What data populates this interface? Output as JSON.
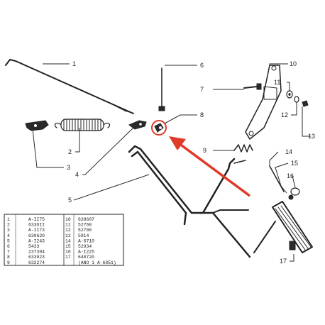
{
  "callouts": {
    "c1": "1",
    "c2": "2",
    "c3": "3",
    "c4": "4",
    "c5": "5",
    "c6": "6",
    "c7": "7",
    "c8": "8",
    "c9": "9",
    "c10": "10",
    "c11": "11",
    "c12": "12",
    "c13": "13",
    "c14": "14",
    "c15": "15",
    "c16": "16",
    "c17": "17"
  },
  "parts_table": {
    "left": [
      {
        "no": "1",
        "code": "A-II75"
      },
      {
        "no": "2",
        "code": "633OII"
      },
      {
        "no": "3",
        "code": "A-II73"
      },
      {
        "no": "4",
        "code": "639620"
      },
      {
        "no": "5",
        "code": "A-I243"
      },
      {
        "no": "6",
        "code": "5433"
      },
      {
        "no": "7",
        "code": "237304"
      },
      {
        "no": "8",
        "code": "633023"
      },
      {
        "no": "9",
        "code": "632274"
      }
    ],
    "right": [
      {
        "no": "10",
        "code": "639607"
      },
      {
        "no": "11",
        "code": "52768"
      },
      {
        "no": "12",
        "code": "52706"
      },
      {
        "no": "13",
        "code": "5914"
      },
      {
        "no": "14",
        "code": "A-6710"
      },
      {
        "no": "15",
        "code": "52934"
      },
      {
        "no": "16",
        "code": "A-I225"
      },
      {
        "no": "17",
        "code": "640720"
      },
      {
        "no": "",
        "code": "(ANO 1 A-6851)"
      }
    ]
  },
  "colors": {
    "arrow": "#e03a2a",
    "ink": "#222222",
    "background": "#ffffff"
  }
}
